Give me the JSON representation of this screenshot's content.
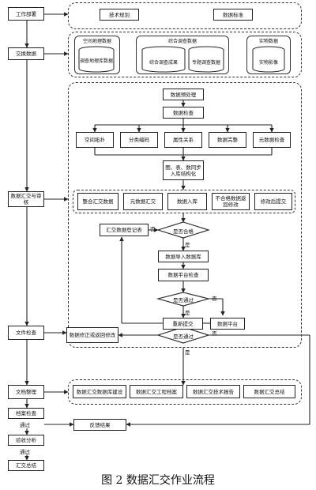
{
  "caption": "图 2  数据汇交作业流程",
  "left_column": {
    "work_deploy": "工作部署",
    "data_exchange": "交换数据",
    "data_submit": "数据汇交与审核",
    "doc_check": "文件检查",
    "doc_archive": "文档整理",
    "archive_check": "档案检查",
    "check_pass": "通过",
    "archive_accept": "验收分析",
    "pass2": "通过",
    "summary": "汇交总结"
  },
  "top_group": {
    "tech_spec": "技术规划",
    "data_standard": "数据标准"
  },
  "exchange_group": {
    "col1_title": "空间地理数据",
    "col1_item": "调查地理库数据",
    "col2_title": "综合调查数据",
    "col2_item1": "综合调查成果",
    "col2_item2": "专题调查数据",
    "col3_title": "实物数据",
    "col3_item": "实物影像"
  },
  "center_flow": {
    "data_prep": "数据预处理",
    "data_check": "数据检查",
    "branches": [
      "空间拓扑",
      "分类编码",
      "属性关系",
      "数据完整",
      "元数据检查"
    ],
    "fix": "图、表、数同步入库结构化",
    "submit_items": [
      "整合汇交数据",
      "元数据汇交",
      "数据入库",
      "不合格数据返回修改",
      "修改后提交"
    ],
    "review_table": "汇交数据登记表",
    "review_decision": "是否合格",
    "no_label": "否",
    "yes_label": "是",
    "import_db": "数据导入数据库",
    "platform_check": "数据平台检查",
    "pass_decision": "是否通过",
    "no2": "否",
    "yes2": "是",
    "regen": "重新提交",
    "platform": "数据平台",
    "final_decision": "是否通过",
    "final_yes": "是",
    "final_no": "否",
    "feedback": "数据修正或返回修改"
  },
  "bottom_row": {
    "items": [
      "数据汇交数据库建设",
      "数据汇交工程档案",
      "数据汇交技术报告",
      "数据汇交总结"
    ]
  },
  "report_box": "反馈结果"
}
